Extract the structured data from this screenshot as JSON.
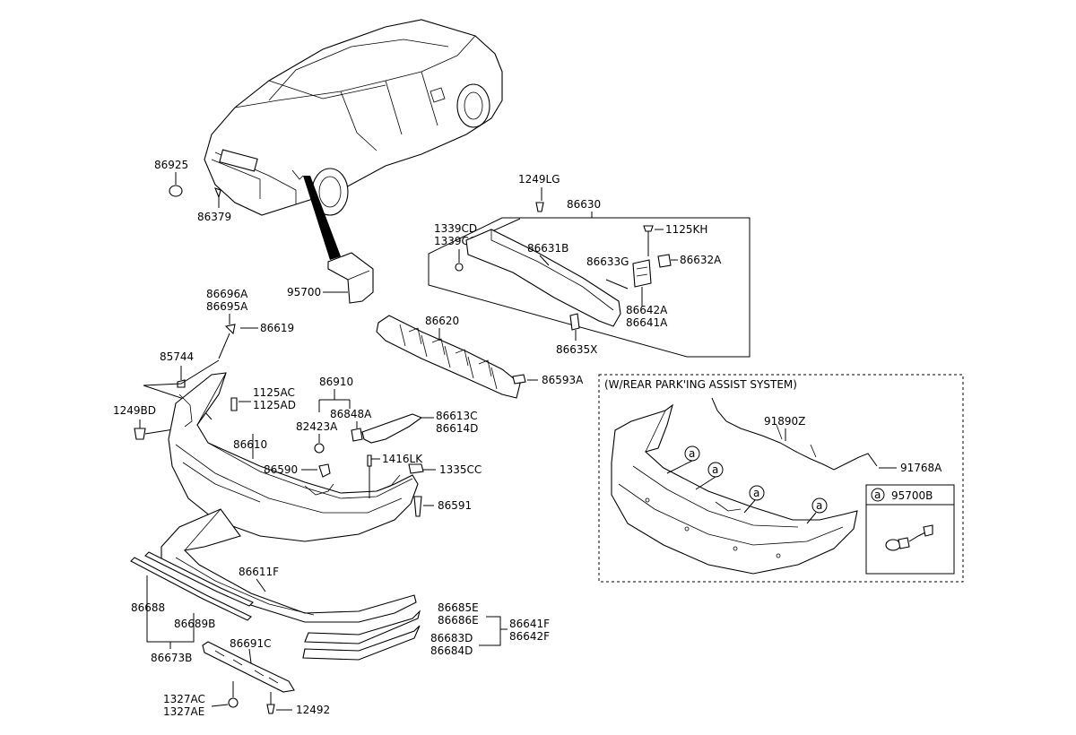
{
  "labels": {
    "p86925": "86925",
    "p86379": "86379",
    "p95700": "95700",
    "p1249LG": "1249LG",
    "p86630": "86630",
    "p1339CD": "1339CD",
    "p1339CC": "1339CC",
    "p86631B": "86631B",
    "p1125KH": "1125KH",
    "p86633G": "86633G",
    "p86632A": "86632A",
    "p86642A": "86642A",
    "p86641A": "86641A",
    "p86635X": "86635X",
    "p86620": "86620",
    "p86593A": "86593A",
    "p86696A": "86696A",
    "p86695A": "86695A",
    "p86619": "86619",
    "p85744": "85744",
    "p1125AC": "1125AC",
    "p1125AD": "1125AD",
    "p1249BD": "1249BD",
    "p86910": "86910",
    "p86848A": "86848A",
    "p82423A": "82423A",
    "p86613C": "86613C",
    "p86614D": "86614D",
    "p86610": "86610",
    "p86590": "86590",
    "p1416LK": "1416LK",
    "p1335CC": "1335CC",
    "p86591": "86591",
    "p86611F": "86611F",
    "p86688": "86688",
    "p86689B": "86689B",
    "p86673B": "86673B",
    "p86685E": "86685E",
    "p86686E": "86686E",
    "p86641F": "86641F",
    "p86642F": "86642F",
    "p86683D": "86683D",
    "p86684D": "86684D",
    "p86691C": "86691C",
    "p1327AC": "1327AC",
    "p1327AE": "1327AE",
    "p12492": "12492",
    "p91890Z": "91890Z",
    "p91768A": "91768A",
    "p95700B": "95700B"
  },
  "inset": {
    "title": "(W/REAR PARK'ING ASSIST SYSTEM)",
    "callout": "a"
  }
}
